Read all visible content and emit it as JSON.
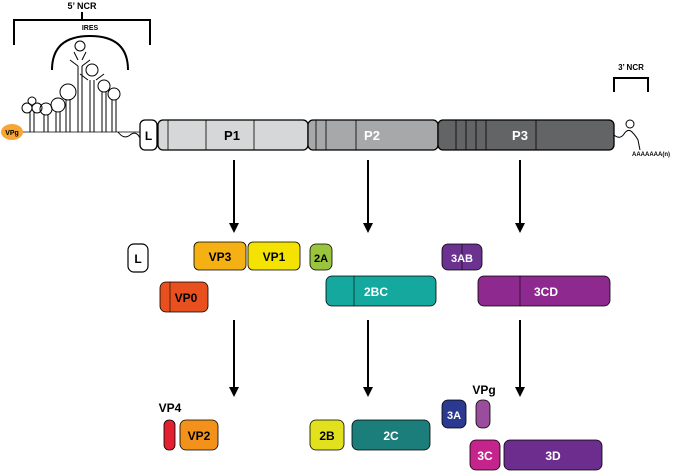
{
  "genome": {
    "ncr5_label": "5’ NCR",
    "ires_label": "IRES",
    "ncr3_label": "3’ NCR",
    "vpg_label": "VPg",
    "polya_label": "AAAAAAA(n)",
    "l_label": "L",
    "p1_label": "P1",
    "p2_label": "P2",
    "p3_label": "P3"
  },
  "intermediates": {
    "l": "L",
    "vp3": "VP3",
    "vp1": "VP1",
    "a2": "2A",
    "ab3": "3AB",
    "vp0": "VP0",
    "bc2": "2BC",
    "cd3": "3CD"
  },
  "products": {
    "vp4": "VP4",
    "vp2": "VP2",
    "b2": "2B",
    "c2": "2C",
    "a3": "3A",
    "vpg": "VPg",
    "c3": "3C",
    "d3": "3D"
  },
  "colors": {
    "p1": "#d5d7d9",
    "p2": "#a6a8aa",
    "p3": "#636466",
    "vpg_node": "#f7a535",
    "vp3": "#f5b014",
    "vp1": "#f4e300",
    "a2": "#9ac43c",
    "ab3": "#6b3290",
    "vp0": "#e8501f",
    "bc2": "#14a89e",
    "cd3": "#8e2a8f",
    "vp4": "#e3202f",
    "vp2": "#f3921a",
    "b2": "#e2e11e",
    "c2": "#1b7e7a",
    "a3": "#2b3990",
    "vpg_product": "#9b4d9d",
    "c3": "#c6248d",
    "d3": "#6c2d8f"
  }
}
